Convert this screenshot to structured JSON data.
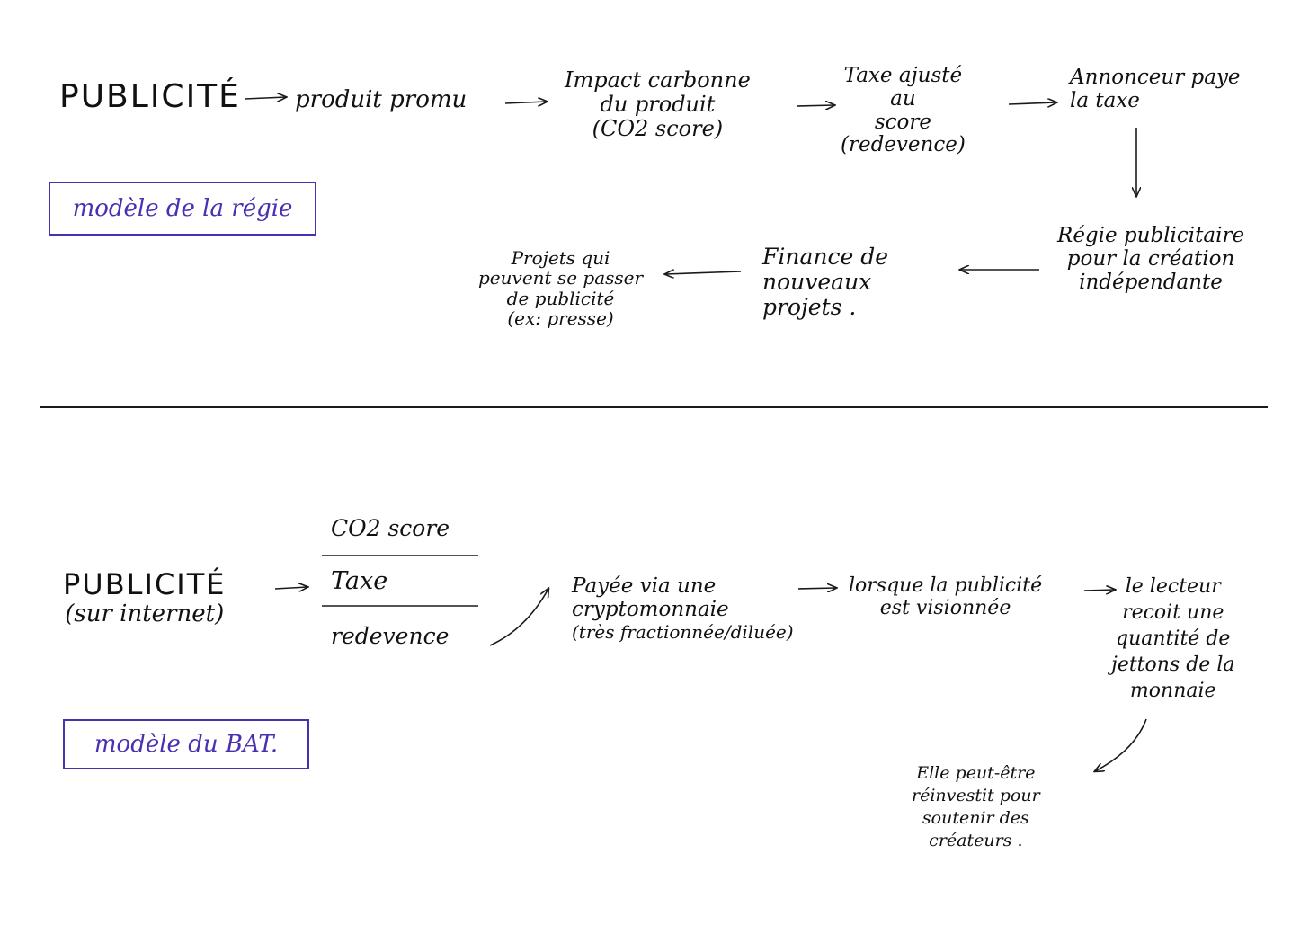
{
  "section_top": {
    "label_box": "modèle de la régie",
    "nodes": {
      "publicite": [
        "PUBLICITÉ"
      ],
      "produit": [
        "produit promu"
      ],
      "impact": [
        "Impact carbonne",
        "du produit",
        "(CO2 score)"
      ],
      "taxe": [
        "Taxe ajusté",
        "au",
        "score",
        "(redevence)"
      ],
      "annonceur": [
        "Annonceur paye",
        "la taxe"
      ],
      "regie": [
        "Régie publicitaire",
        "pour la création",
        "indépendante"
      ],
      "finance": [
        "Finance de",
        "nouveaux",
        "projets ."
      ],
      "projets": [
        "Projets qui",
        "peuvent se passer",
        "de publicité",
        "(ex: presse)"
      ]
    }
  },
  "section_bottom": {
    "label_box": "modèle du BAT.",
    "nodes": {
      "publicite": [
        "PUBLICITÉ",
        "(sur internet)"
      ],
      "stack": [
        "CO2 score",
        "Taxe",
        "redevence"
      ],
      "payee": [
        "Payée via une",
        "cryptomonnaie",
        "(très fractionnée/diluée)"
      ],
      "lorsque": [
        "lorsque la publicité",
        "est visionnée"
      ],
      "lecteur": [
        "le lecteur",
        "recoit une",
        "quantité de",
        "jettons de la",
        "monnaie"
      ],
      "reinvestit": [
        "Elle peut-être",
        "réinvestit pour",
        "soutenir des",
        "créateurs ."
      ]
    }
  }
}
